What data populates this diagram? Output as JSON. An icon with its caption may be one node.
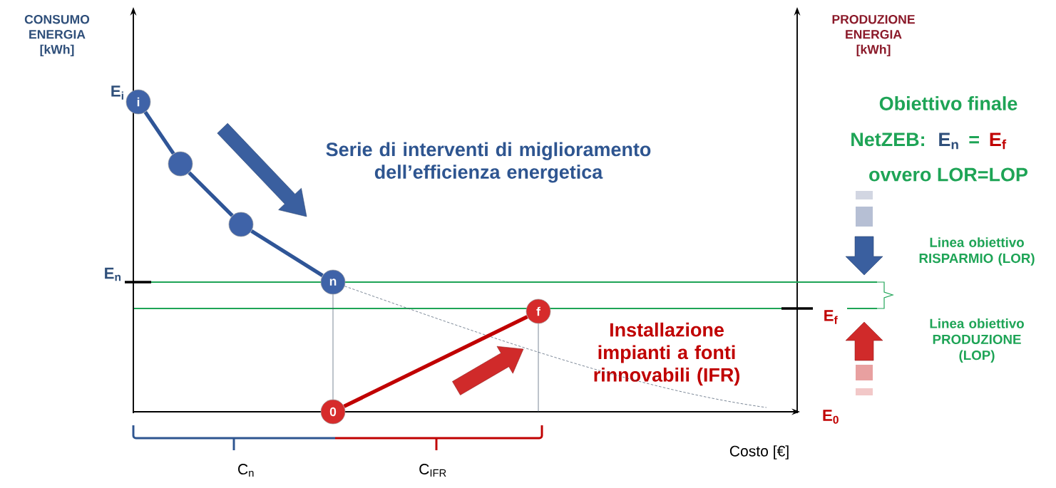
{
  "diagram": {
    "nodes": [
      {
        "text": [
          "i"
        ]
      },
      {
        "text": [],
        "shape": "circle"
      },
      {
        "text": [],
        "shape": "circle"
      },
      {
        "text": [
          "n"
        ]
      },
      {
        "text": [
          "0"
        ]
      },
      {
        "text": [
          "f"
        ]
      }
    ],
    "edges": [
      {
        "from": 0,
        "to": 1,
        "arrow": "none",
        "color": "#2f5597"
      },
      {
        "from": 1,
        "to": 2,
        "arrow": "none",
        "color": "#2f5597"
      },
      {
        "from": 2,
        "to": 3,
        "arrow": "none",
        "color": "#2f5597"
      },
      {
        "from": 3,
        "to": 4,
        "arrow": "none",
        "color": "#44546a"
      },
      {
        "from": 3,
        "to": null,
        "arrow": "none",
        "style": "dashed",
        "color": "#44546a"
      },
      {
        "from": 4,
        "to": 5,
        "arrow": "none",
        "color": "#c00000"
      },
      {
        "from": 5,
        "to": null,
        "arrow": "none",
        "color": "#44546a"
      }
    ],
    "labels": [
      "CONSUMO ENERGIA [kWh]",
      "E$_{i}$",
      "Serie di interventi di miglioramento dell’efficienza energetica",
      "PRODUZIONE ENERGIA [kWh]",
      "Obiettivo finale",
      "NetZEB:",
      "E$_{n}$",
      "=",
      "E$_{f}$",
      "ovvero LOR=LOP",
      "Linea obiettivo RISPARMIO (LOR)",
      "E$_{n}$",
      "E$_{f}$",
      "Installazione impianti a fonti rinnovabili (IFR)",
      "Linea obiettivo PRODUZIONE (LOP)",
      "E$_{0}$",
      "Costo [€]",
      "C$_{n}$",
      "C$_{IFR}$"
    ]
  }
}
